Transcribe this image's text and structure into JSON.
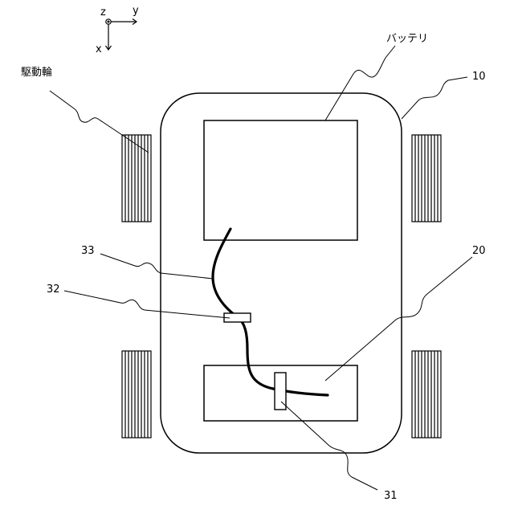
{
  "axes": {
    "z": "z",
    "y": "y",
    "x": "x"
  },
  "labels": {
    "battery": "バッテリ",
    "drive_wheel": "駆動輪",
    "body_ref": "10",
    "module_ref": "20",
    "clip_ref": "31",
    "connector_ref": "32",
    "cable_ref": "33"
  },
  "colors": {
    "line": "#000000",
    "background": "#ffffff"
  }
}
